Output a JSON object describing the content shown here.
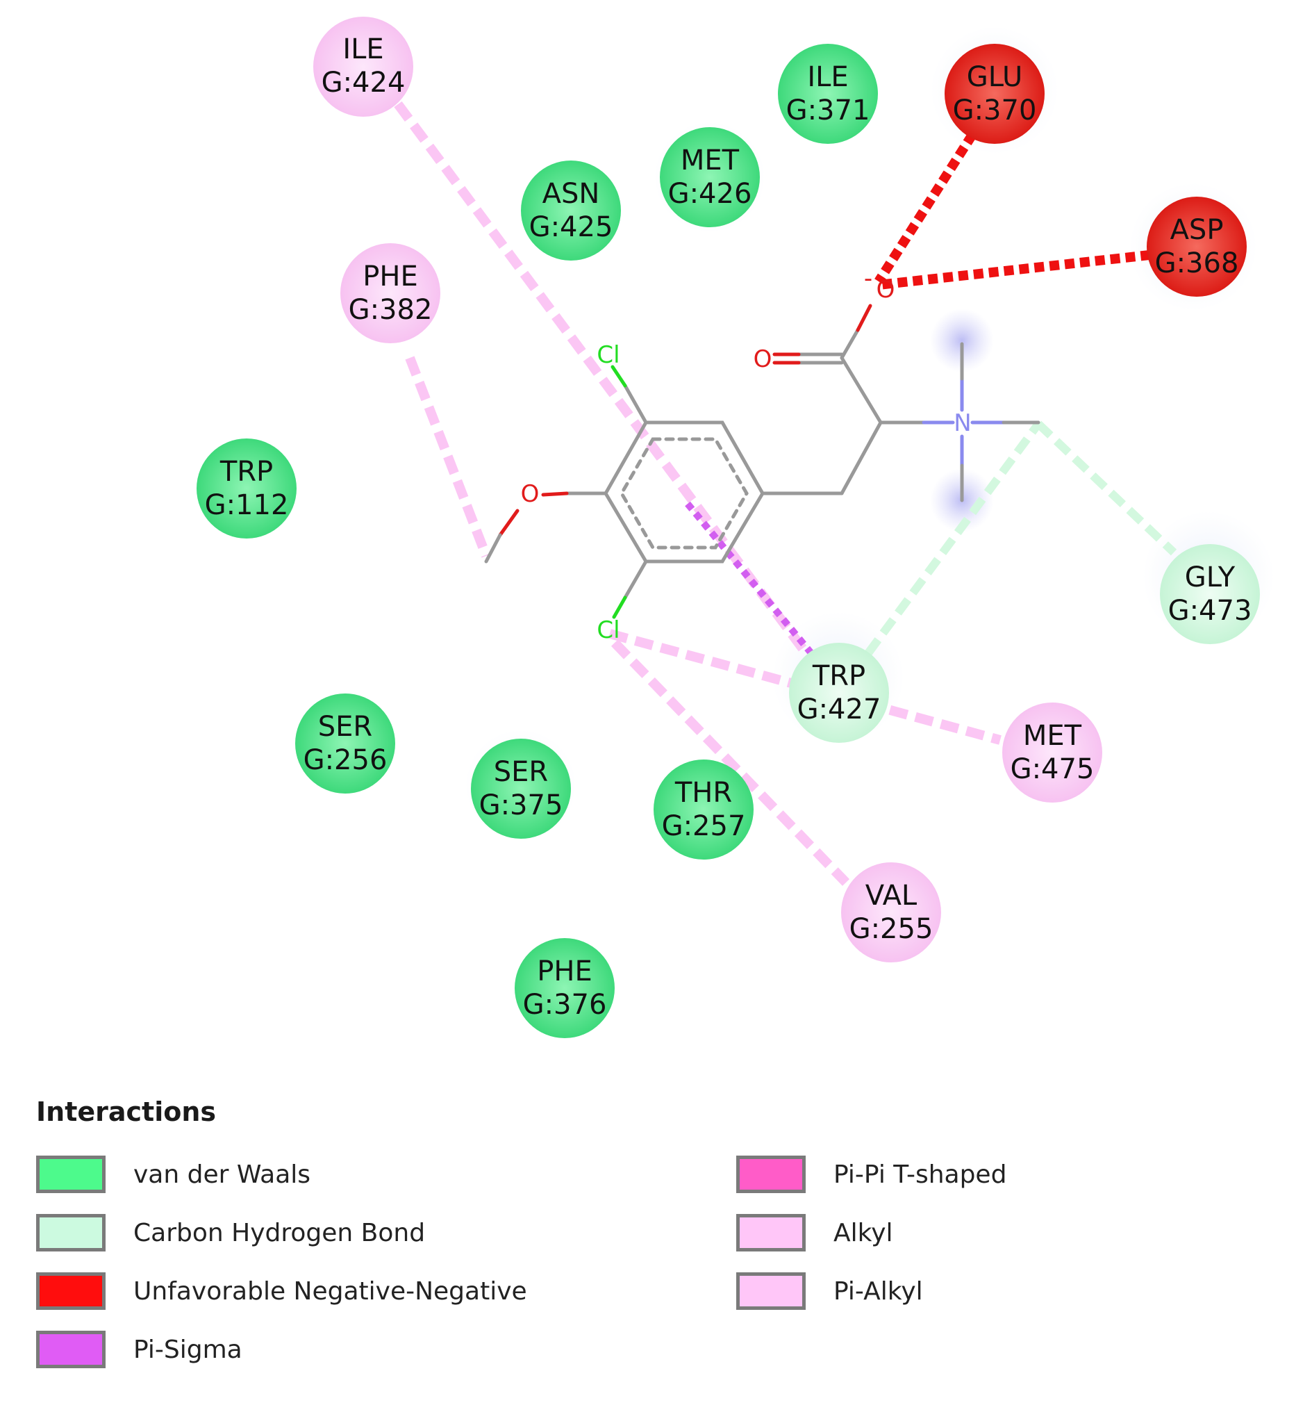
{
  "diagram": {
    "atom_labels": {
      "o_top": "O",
      "o_charge": "-",
      "o_carbonyl": "O",
      "o_methoxy": "O",
      "cl_top": "Cl",
      "cl_bottom": "Cl",
      "n": "N"
    },
    "residues": [
      {
        "id": "ile424",
        "name": "ILE",
        "code": "G:424",
        "type": "pi-alkyl"
      },
      {
        "id": "ile371",
        "name": "ILE",
        "code": "G:371",
        "type": "vdw"
      },
      {
        "id": "glu370",
        "name": "GLU",
        "code": "G:370",
        "type": "unfavorable"
      },
      {
        "id": "met426",
        "name": "MET",
        "code": "G:426",
        "type": "vdw"
      },
      {
        "id": "asn425",
        "name": "ASN",
        "code": "G:425",
        "type": "vdw"
      },
      {
        "id": "asp368",
        "name": "ASP",
        "code": "G:368",
        "type": "unfavorable"
      },
      {
        "id": "phe382",
        "name": "PHE",
        "code": "G:382",
        "type": "pi-alkyl"
      },
      {
        "id": "trp112",
        "name": "TRP",
        "code": "G:112",
        "type": "vdw"
      },
      {
        "id": "gly473",
        "name": "GLY",
        "code": "G:473",
        "type": "carbon-h"
      },
      {
        "id": "trp427",
        "name": "TRP",
        "code": "G:427",
        "type": "carbon-h"
      },
      {
        "id": "met475",
        "name": "MET",
        "code": "G:475",
        "type": "pi-alkyl"
      },
      {
        "id": "ser256",
        "name": "SER",
        "code": "G:256",
        "type": "vdw"
      },
      {
        "id": "ser375",
        "name": "SER",
        "code": "G:375",
        "type": "vdw"
      },
      {
        "id": "thr257",
        "name": "THR",
        "code": "G:257",
        "type": "vdw"
      },
      {
        "id": "val255",
        "name": "VAL",
        "code": "G:255",
        "type": "pi-alkyl"
      },
      {
        "id": "phe376",
        "name": "PHE",
        "code": "G:376",
        "type": "vdw"
      }
    ],
    "colors": {
      "vdw": "#55e68c",
      "carbon-h": "#d3f8df",
      "unfavorable": "#e8231f",
      "pi-sigma": "#d25ef0",
      "pi-pi-t": "#f25ec5",
      "alkyl": "#fbc6f4",
      "pi-alkyl": "#fbc6f4",
      "bond": "#999999",
      "oxygen": "#e11b1b",
      "chlorine": "#22dd22",
      "nitrogen": "#8a8aee"
    }
  },
  "legend": {
    "title": "Interactions",
    "items": [
      {
        "label": "van der Waals",
        "color": "#4dfa8c"
      },
      {
        "label": "Carbon Hydrogen Bond",
        "color": "#ccfae0"
      },
      {
        "label": "Unfavorable Negative-Negative",
        "color": "#ff0d0d"
      },
      {
        "label": "Pi-Sigma",
        "color": "#e05cf5"
      },
      {
        "label": "Pi-Pi T-shaped",
        "color": "#ff5cc8"
      },
      {
        "label": "Alkyl",
        "color": "#ffc6f8"
      },
      {
        "label": "Pi-Alkyl",
        "color": "#ffc6f8"
      }
    ]
  }
}
